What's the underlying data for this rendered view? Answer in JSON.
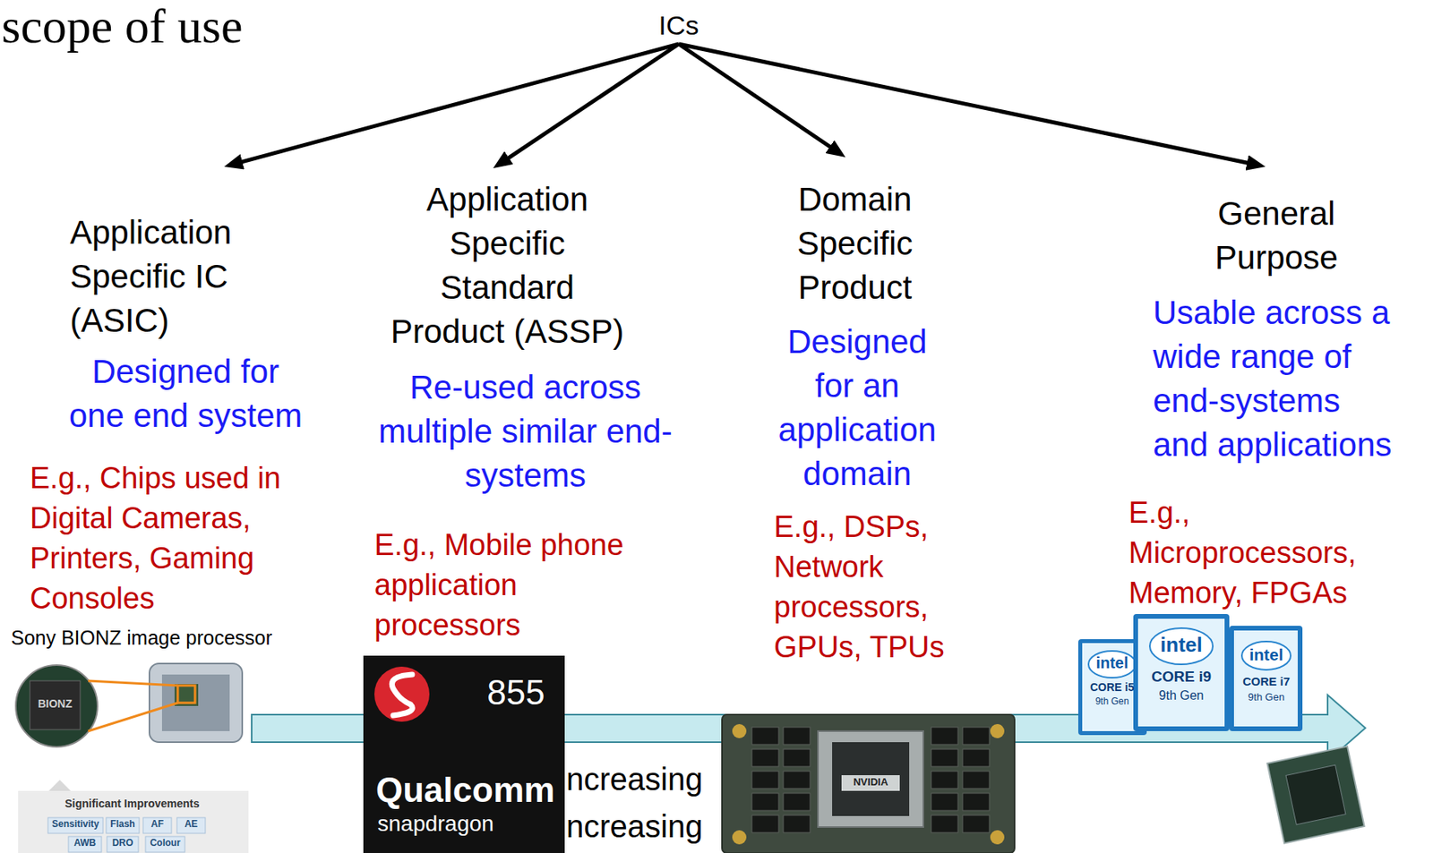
{
  "diagram": {
    "title": "scope of use",
    "nodes": [
      {
        "text": [
          "ICs"
        ]
      },
      {
        "text": [
          "Application Specific IC (ASIC)",
          "Designed for one end system",
          "E.g., Chips used in Digital Cameras, Printers, Gaming Consoles"
        ]
      },
      {
        "text": [
          "Application Specific Standard Product (ASSP)",
          "Re-used across multiple similar end-systems",
          "E.g., Mobile phone application processors"
        ]
      },
      {
        "text": [
          "Domain Specific Product",
          "Designed for an application domain",
          "E.g., DSPs, Network processors, GPUs, TPUs"
        ]
      },
      {
        "text": [
          "General Purpose",
          "Usable across a wide range of end-systems and applications",
          "E.g., Microprocessors, Memory, FPGAs"
        ]
      }
    ],
    "edges": [
      {
        "from": 0,
        "to": 1,
        "arrow": "to"
      },
      {
        "from": 0,
        "to": 2,
        "arrow": "to"
      },
      {
        "from": 0,
        "to": 3,
        "arrow": "to"
      },
      {
        "from": 0,
        "to": 4,
        "arrow": "to"
      }
    ],
    "labels": [
      "Sony BIONZ image processor",
      "BIONZ",
      "Significant Improvements",
      "Sensitivity",
      "Flash",
      "AF",
      "AE",
      "AWB",
      "DRO",
      "Colour",
      "855",
      "Qualcomm",
      "snapdragon",
      "ncreasing",
      "ncreasing",
      "NVIDIA",
      "intel",
      "CORE i5",
      "9th Gen",
      "intel",
      "CORE i9",
      "9th Gen",
      "intel",
      "CORE i7",
      "9th Gen"
    ]
  }
}
